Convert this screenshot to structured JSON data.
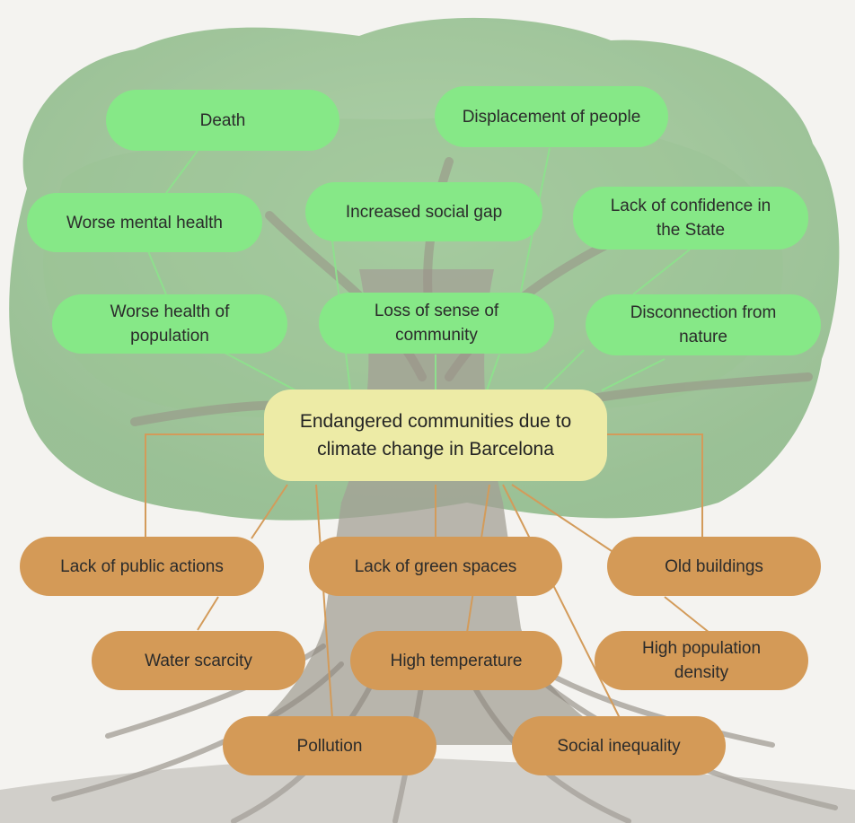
{
  "core_problem": "Endangered communities due to\nclimate change in Barcelona",
  "effects": {
    "death": "Death",
    "displacement": "Displacement of people",
    "mental_health": "Worse mental health",
    "social_gap": "Increased social gap",
    "confidence": "Lack of confidence in\nthe State",
    "health_population": "Worse health of\npopulation",
    "sense_community": "Loss of sense of\ncommunity",
    "disconnection_nature": "Disconnection from\nnature"
  },
  "causes": {
    "public_actions": "Lack of public actions",
    "green_spaces": "Lack of green spaces",
    "old_buildings": "Old buildings",
    "water_scarcity": "Water scarcity",
    "high_temperature": "High temperature",
    "population_density": "High population\ndensity",
    "pollution": "Pollution",
    "social_inequality": "Social inequality"
  },
  "colors": {
    "effect_fill": "#86e887",
    "cause_fill": "#d49a57",
    "core_fill": "#edeba6",
    "effect_connector": "#8ee08d",
    "cause_connector": "#d39b5a"
  }
}
